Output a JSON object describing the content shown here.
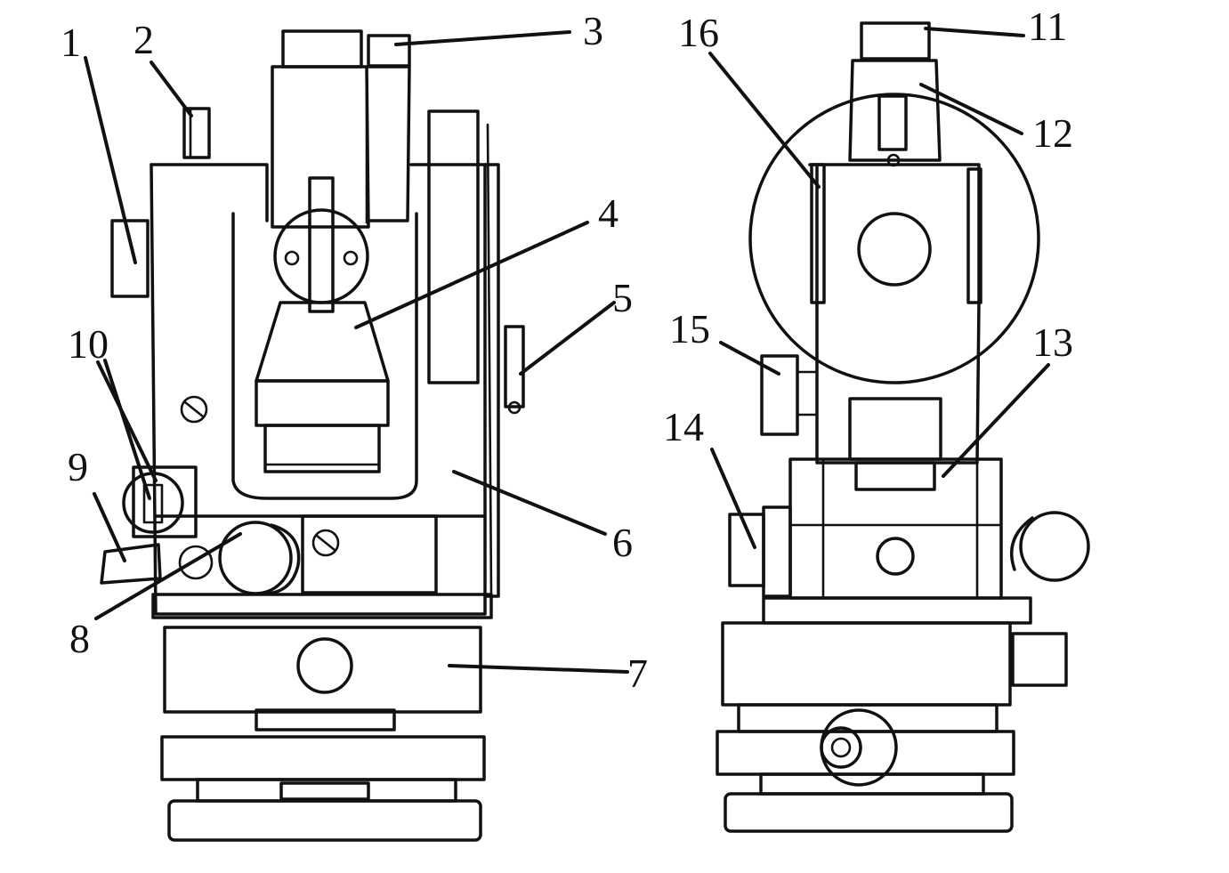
{
  "figure": {
    "left_view": {
      "labels": [
        "1",
        "2",
        "3",
        "4",
        "5",
        "6",
        "7",
        "8",
        "9",
        "10"
      ]
    },
    "right_view": {
      "labels": [
        "11",
        "12",
        "13",
        "14",
        "15",
        "16"
      ]
    }
  },
  "colors": {
    "ink": "#111111",
    "paper": "#ffffff"
  }
}
